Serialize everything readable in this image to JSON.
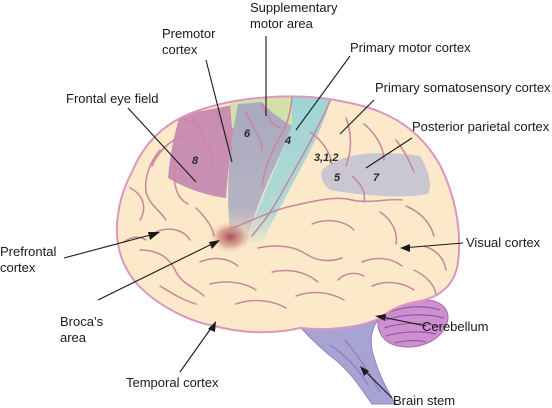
{
  "labels": {
    "supplementary_motor_area": [
      "Supplementary",
      "motor area"
    ],
    "premotor_cortex": [
      "Premotor",
      "cortex"
    ],
    "primary_motor_cortex": "Primary motor cortex",
    "primary_somatosensory_cortex": "Primary somatosensory cortex",
    "posterior_parietal_cortex": "Posterior parietal cortex",
    "frontal_eye_field": "Frontal eye field",
    "prefrontal_cortex": [
      "Prefrontal",
      "cortex"
    ],
    "visual_cortex": "Visual cortex",
    "brocas_area": [
      "Broca’s",
      "area"
    ],
    "cerebellum": "Cerebellum",
    "temporal_cortex": "Temporal cortex",
    "brain_stem": "Brain stem"
  },
  "area_numbers": {
    "area_8": "8",
    "area_6": "6",
    "area_4": "4",
    "area_3_1_2": "3,1,2",
    "area_5": "5",
    "area_7": "7"
  },
  "colors": {
    "cortex_fill": "#fbe9c9",
    "cortex_outline": "#dd96bd",
    "sulcus": "#c9869e",
    "frontal_eye_field": "#c98fb2",
    "premotor": "#a9a9c0",
    "supplementary_motor": "#d3e0aa",
    "primary_motor": "#9fd4d6",
    "posterior_parietal": "#c9c7d1",
    "brocas_area": "#b0505a",
    "cerebellum": "#cf8fce",
    "brain_stem": "#a7a3d3",
    "leader_line": "#1a1a1a"
  }
}
